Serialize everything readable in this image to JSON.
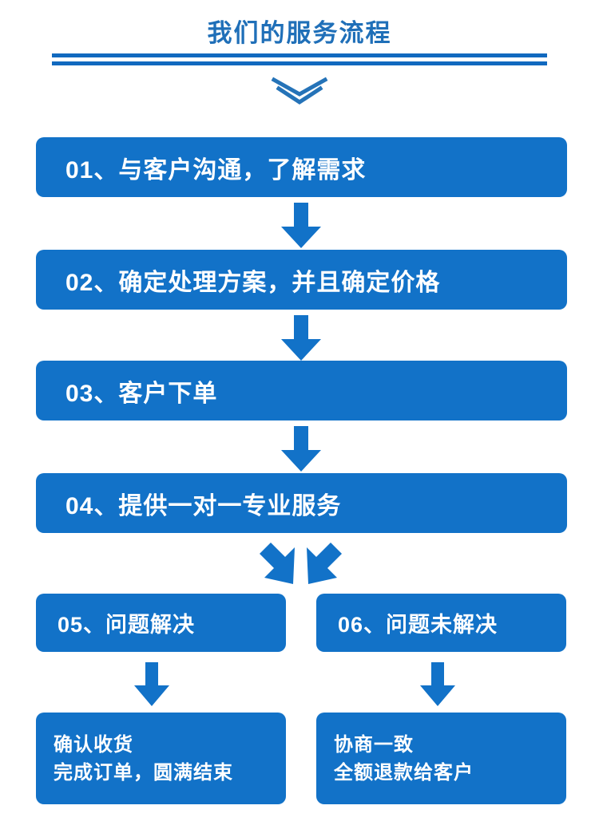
{
  "header": {
    "title": "我们的服务流程",
    "divider_icon": "double-rule",
    "chevron_icon": "chevron-double-down-icon"
  },
  "theme": {
    "box_blue": "#1272c8",
    "title_blue": "#1f6fb8",
    "rule_blue": "#1169bf",
    "arrow_blue": "#1272c8",
    "text_white": "#ffffff",
    "background": "#ffffff"
  },
  "flow": {
    "steps": [
      {
        "number": "01、",
        "label": "与客户沟通，了解需求"
      },
      {
        "number": "02、",
        "label": "确定处理方案，并且确定价格"
      },
      {
        "number": "03、",
        "label": "客户下单"
      },
      {
        "number": "04、",
        "label": "提供一对一专业服务"
      }
    ],
    "branches": [
      {
        "number": "05、",
        "label": "问题解决"
      },
      {
        "number": "06、",
        "label": "问题未解决"
      }
    ],
    "outcomes": [
      {
        "line1": "确认收货",
        "line2": "完成订单，圆满结束"
      },
      {
        "line1": "协商一致",
        "line2": "全额退款给客户"
      }
    ],
    "connectors": {
      "down_arrow_icon": "arrow-down-icon",
      "diagonal_left_icon": "arrow-down-left-icon",
      "diagonal_right_icon": "arrow-down-right-icon"
    }
  }
}
